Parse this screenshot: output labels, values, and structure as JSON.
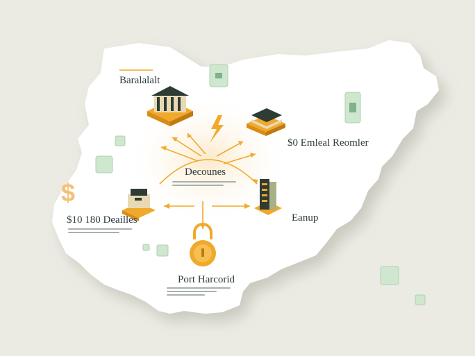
{
  "labels": {
    "north_city": "Baralalalt",
    "east_city": "$0 Emleal Reomler",
    "center": "Decounes",
    "west_city": "$10 180 Deailles",
    "east_south": "Eanup",
    "south_city": "Port Harcorid"
  },
  "colors": {
    "land": "#ffffff",
    "background": "#ecebe3",
    "accent": "#f0a92a",
    "building_dark": "#2e3c33",
    "green_block": "#cfe6cf"
  },
  "icons": [
    "building-icon",
    "bank-icon",
    "stacked-layers-icon",
    "tower-icon",
    "lightning-icon",
    "padlock-icon",
    "dollar-icon",
    "cube-icon"
  ]
}
